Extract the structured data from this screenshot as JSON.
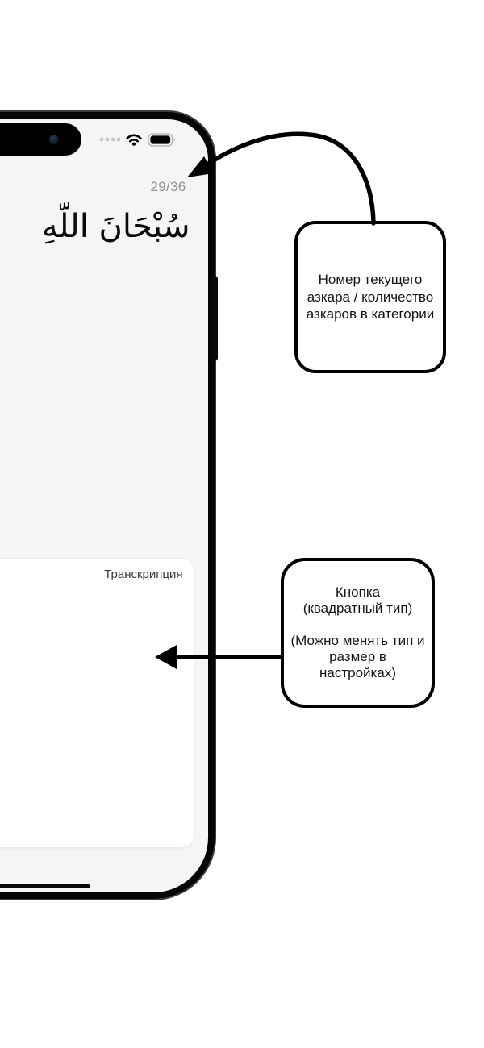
{
  "phone": {
    "status_bar": {
      "cellular_icon": "cellular-dots-icon",
      "wifi_icon": "wifi-icon",
      "battery_icon": "battery-icon"
    },
    "counter": "29/36",
    "dhikr_arabic": "سُبْحَانَ اللّهِ",
    "card": {
      "transcription_label": "Транскрипция"
    }
  },
  "annotations": {
    "counter_note": {
      "lines": [
        "Номер текущего",
        "азкара / количество",
        "азкаров в категории"
      ]
    },
    "button_note": {
      "lines": [
        "Кнопка",
        "(квадратный тип)",
        "",
        "(Можно менять тип и",
        "размер в",
        "настройках)"
      ]
    }
  },
  "colors": {
    "screen_bg": "#f5f5f6",
    "card_bg": "#ffffff",
    "counter_text": "#909095",
    "annotation_ink": "#000000"
  }
}
